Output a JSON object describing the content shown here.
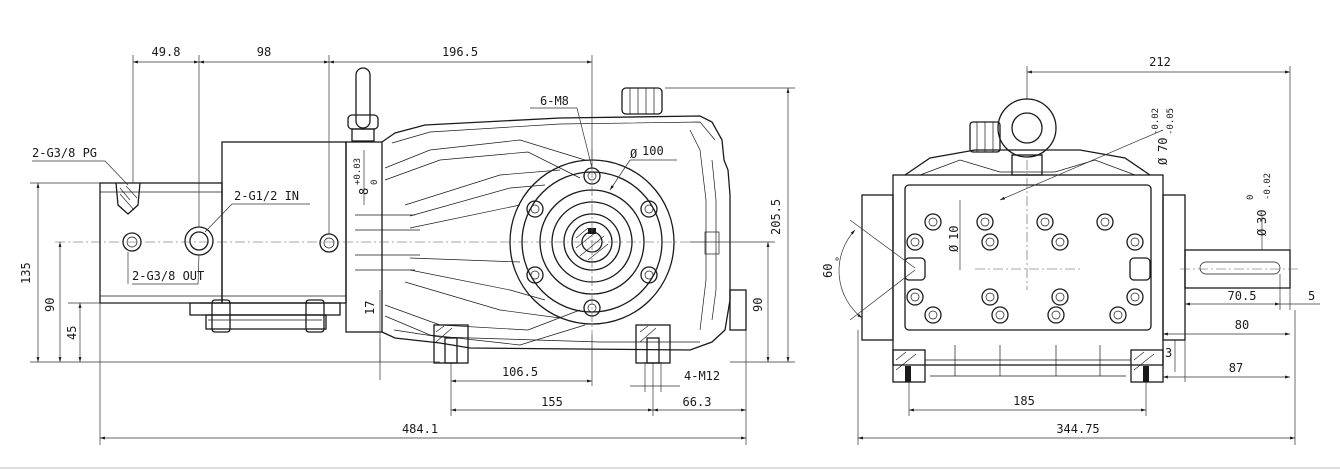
{
  "front_view": {
    "dimensions": {
      "d49_8": "49.8",
      "d98": "98",
      "d196_5": "196.5",
      "d6_m8": "6-M8",
      "d100": "100",
      "d205_5": "205.5",
      "d135": "135",
      "d90_left": "90",
      "d45": "45",
      "d17": "17",
      "d90_right": "90",
      "d106_5": "106.5",
      "d4_m12": "4-M12",
      "d155": "155",
      "d66_3": "66.3",
      "d484_1": "484.1",
      "d8_tol": "8",
      "d8_tol_upper": "+0.03",
      "d8_tol_lower": "0"
    },
    "callouts": {
      "g38_pg": "2-G3/8 PG",
      "g12_in": "2-G1/2 IN",
      "g38_out": "2-G3/8 OUT"
    }
  },
  "side_view": {
    "dimensions": {
      "d212": "212",
      "d70": "70",
      "d70_upper": "-0.02",
      "d70_lower": "-0.05",
      "d30": "30",
      "d30_upper": "0",
      "d30_lower": "-0.02",
      "d10": "10",
      "d60": "60",
      "d70_5": "70.5",
      "d5": "5",
      "d80": "80",
      "d3": "3",
      "d87": "87",
      "d185": "185",
      "d344_75": "344.75"
    },
    "symbols": {
      "diameter": "Ø",
      "degree": "°"
    }
  }
}
